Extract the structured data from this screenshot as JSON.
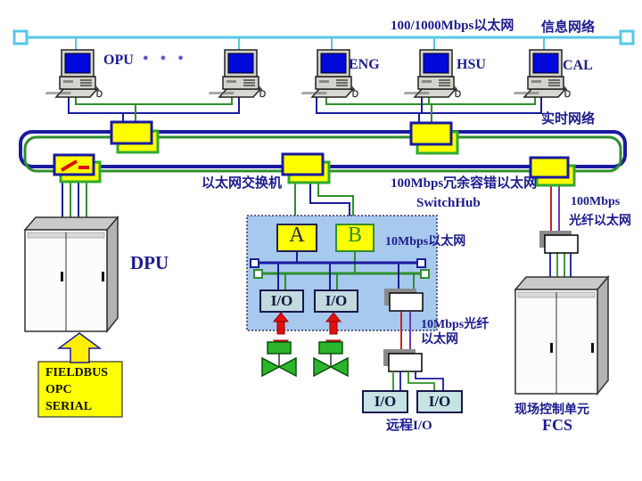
{
  "info_network": {
    "bus_label": "100/1000Mbps以太网",
    "title": "信息网络"
  },
  "workstations": {
    "opu": "OPU",
    "ellipsis": "●●●",
    "eng": "ENG",
    "hsu": "HSU",
    "cal": "CAL"
  },
  "realtime_network": {
    "title": "实时网络",
    "switch_label": "以太网交换机",
    "redundant_label": "100Mbps冗余容错以太网"
  },
  "switchhub": {
    "title": "SwitchHub",
    "hub_a": "A",
    "hub_b": "B",
    "ethernet_label": "10Mbps以太网",
    "io_left": "I/O",
    "io_right": "I/O"
  },
  "links": {
    "fcs_fiber_line1": "100Mbps",
    "fcs_fiber_line2": "光纤以太网",
    "remote_fiber_line1": "10Mbps光纤",
    "remote_fiber_line2": "以太网"
  },
  "dpu": {
    "title": "DPU",
    "fieldbus_line1": "FIELDBUS",
    "fieldbus_line2": "OPC",
    "fieldbus_line3": "SERIAL"
  },
  "remote_io": {
    "title": "远程I/O",
    "io_left": "I/O",
    "io_right": "I/O"
  },
  "fcs": {
    "title_line1": "现场控制单元",
    "title_line2": "FCS"
  },
  "colors": {
    "label_navy": "#1b1b8f",
    "ring_blue": "#1a1aa0",
    "ring_green": "#2e8f2e",
    "info_cyan": "#55c8e6",
    "device_yellow": "#ffff00",
    "region_blue": "#a7c9ee",
    "alarm_red": "#e01010",
    "valve_green": "#2cb52c"
  }
}
